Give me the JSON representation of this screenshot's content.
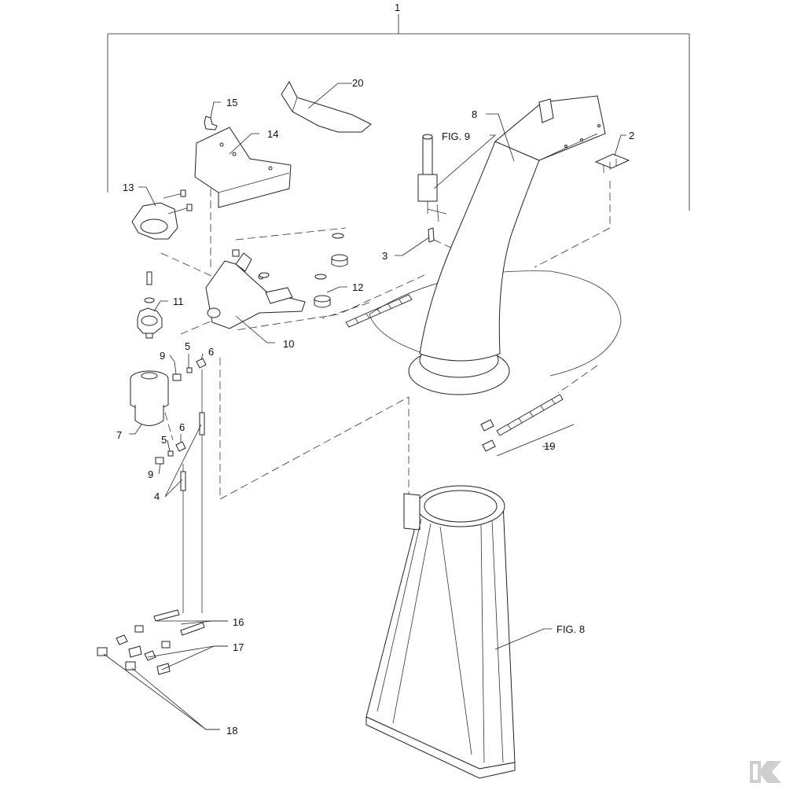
{
  "callouts": {
    "c1": "1",
    "c2": "2",
    "c3": "3",
    "c4": "4",
    "c5a": "5",
    "c5b": "5",
    "c6a": "6",
    "c6b": "6",
    "c7": "7",
    "c8": "8",
    "c9a": "9",
    "c9b": "9",
    "c10": "10",
    "c11": "11",
    "c12": "12",
    "c13": "13",
    "c14": "14",
    "c15": "15",
    "c16": "16",
    "c17": "17",
    "c18": "18",
    "c19": "19",
    "c20": "20"
  },
  "references": {
    "fig9": "FIG. 9",
    "fig8": "FIG. 8"
  },
  "logo": {
    "icon": "k-brand-logo-icon",
    "color": "#cfcfcf"
  },
  "colors": {
    "line": "#222222",
    "background": "#ffffff"
  }
}
